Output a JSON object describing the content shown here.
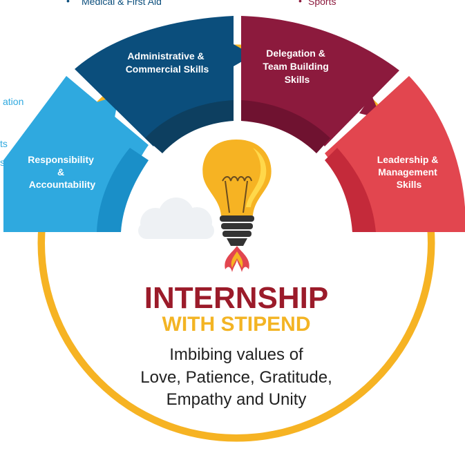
{
  "top_fragments": {
    "left_bullet": "•",
    "left_item": "Medical & First Aid",
    "right_bullet": "•",
    "right_item": "Sports",
    "side_1": "ation",
    "side_2": "ts",
    "side_3": "s"
  },
  "segments": {
    "administrative": {
      "line1": "Administrative &",
      "line2": "Commercial Skills"
    },
    "delegation": {
      "line1": "Delegation &",
      "line2": "Team Building",
      "line3": "Skills"
    },
    "responsibility": {
      "line1": "Responsibility",
      "line2": "&",
      "line3": "Accountability"
    },
    "leadership": {
      "line1": "Leadership &",
      "line2": "Management",
      "line3": "Skills"
    }
  },
  "center": {
    "title": "INTERNSHIP",
    "subtitle": "WITH STIPEND",
    "values_line1": "Imbibing values of",
    "values_line2": "Love, Patience, Gratitude,",
    "values_line3": "Empathy and Unity"
  },
  "colors": {
    "blue_light": "#2fa9df",
    "blue_dark": "#0b4e7c",
    "maroon": "#8c1a3d",
    "red": "#e2464f",
    "gold": "#f6b323",
    "title_red": "#9b1b2a"
  }
}
